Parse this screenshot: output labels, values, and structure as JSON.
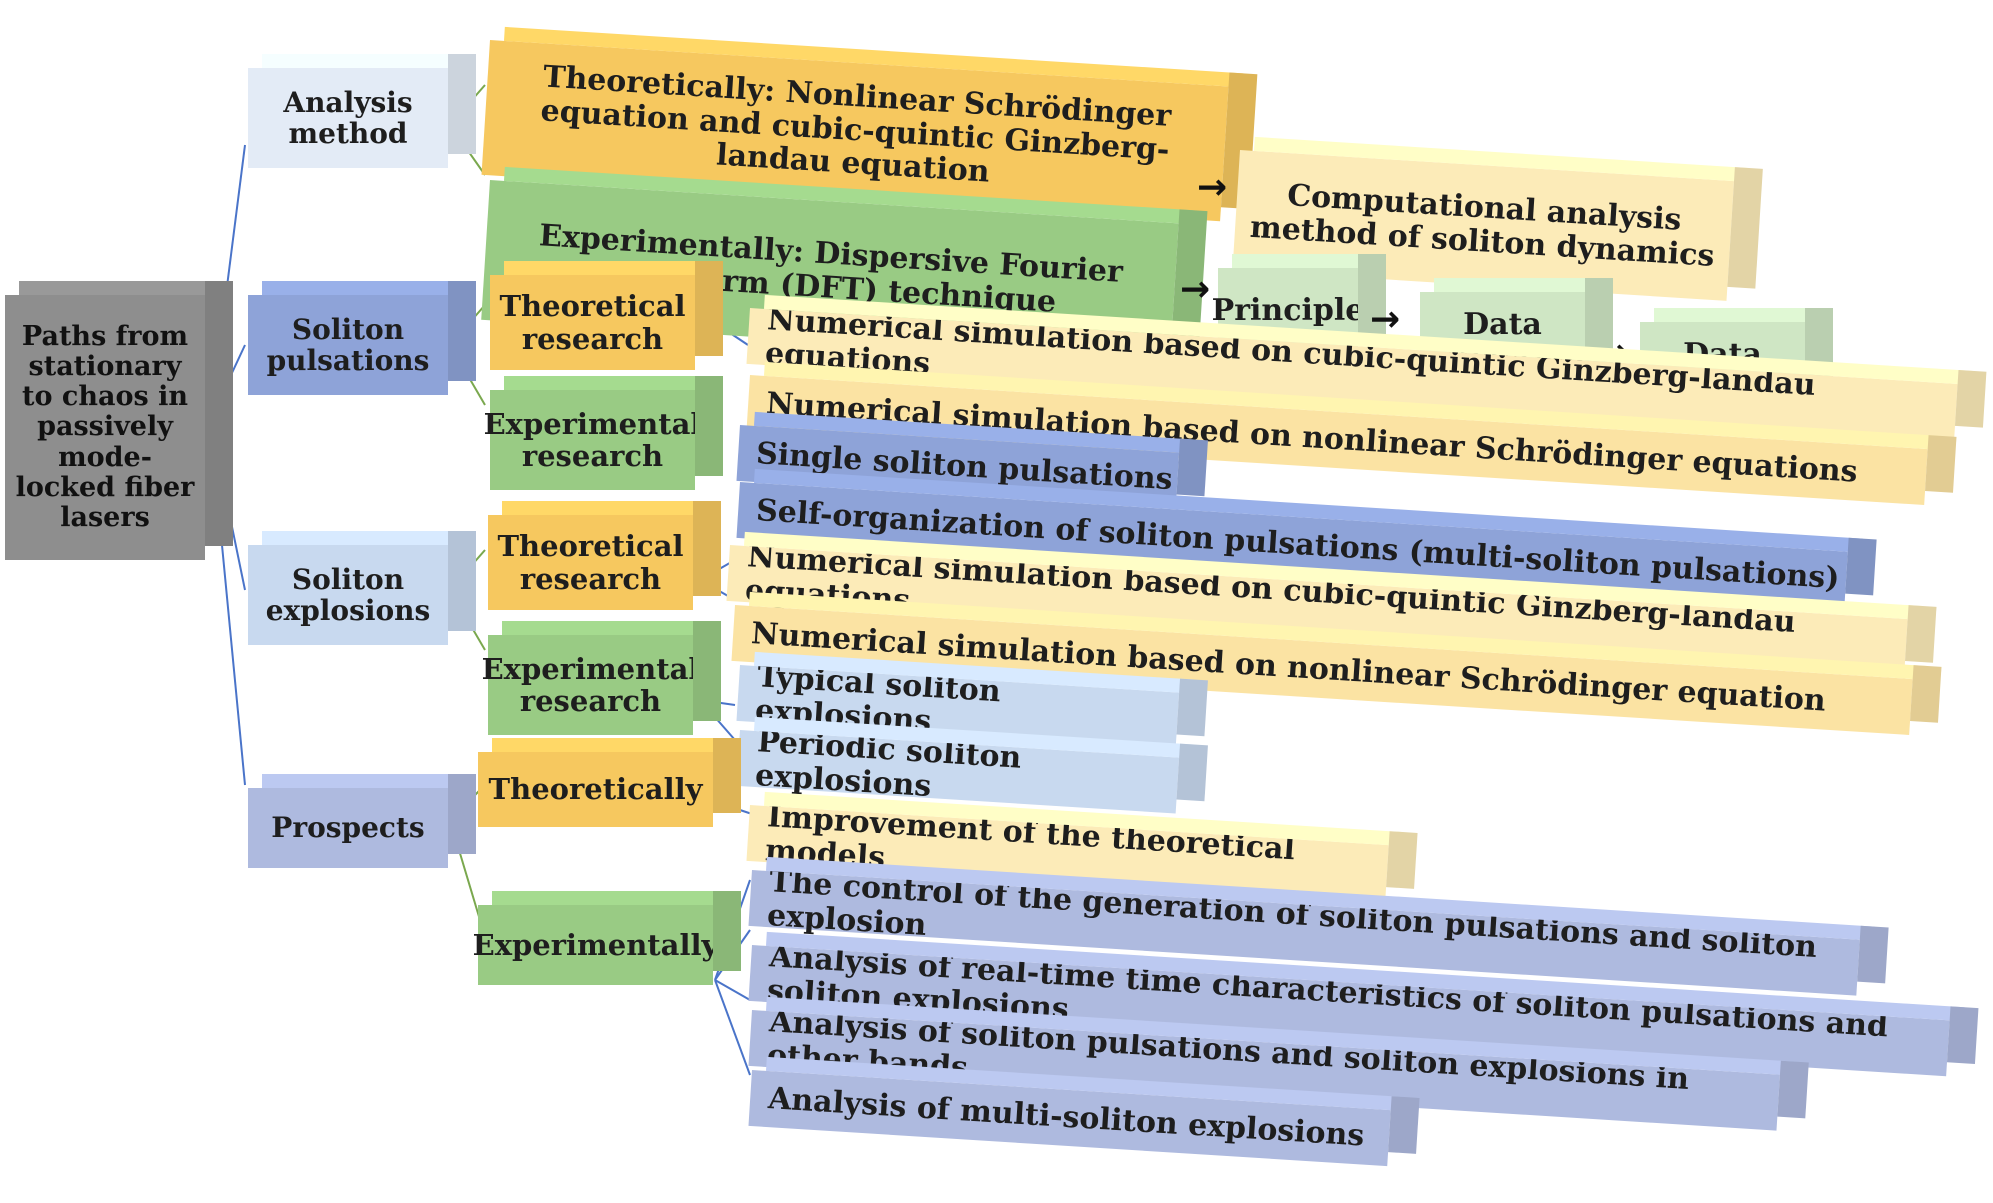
{
  "root": "Paths from stationary to chaos in passively mode-locked fiber lasers",
  "categories": {
    "analysis": "Analysis method",
    "pulsations": "Soliton pulsations",
    "explosions": "Soliton explosions",
    "prospects": "Prospects"
  },
  "analysis": {
    "theoretical": "Theoretically: Nonlinear Schrödinger equation and cubic-quintic Ginzberg-landau equation",
    "experimental": "Experimentally: Dispersive Fourier transform (DFT) technique",
    "computational": "Computational analysis method of soliton dynamics",
    "steps": [
      "Principle",
      "Data collection",
      "Data processing"
    ]
  },
  "pulsations": {
    "theoretical": "Theoretical research",
    "experimental": "Experimental research",
    "theory_items": [
      "Numerical simulation based on cubic-quintic Ginzberg-landau equations",
      "Numerical simulation based on nonlinear Schrödinger equations"
    ],
    "exp_items": [
      "Single soliton pulsations",
      "Self-organization of soliton pulsations (multi-soliton pulsations)"
    ]
  },
  "explosions": {
    "theoretical": "Theoretical research",
    "experimental": "Experimental research",
    "theory_items": [
      "Numerical simulation based on cubic-quintic Ginzberg-landau equations",
      "Numerical simulation based on nonlinear Schrödinger equation"
    ],
    "exp_items": [
      "Typical soliton explosions",
      "Periodic soliton explosions"
    ]
  },
  "prospects": {
    "theoretical": "Theoretically",
    "experimental": "Experimentally",
    "theory_items": [
      "Improvement of the theoretical models"
    ],
    "exp_items": [
      "The control of the generation of soliton pulsations and soliton explosion",
      "Analysis of real-time time characteristics of soliton pulsations and soliton explosions",
      "Analysis of soliton pulsations and soliton explosions in other bands",
      "Analysis of multi-soliton explosions"
    ]
  }
}
